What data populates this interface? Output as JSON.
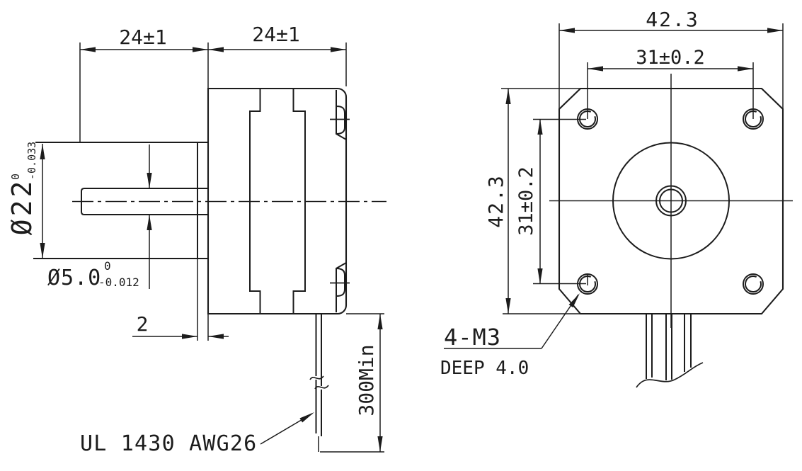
{
  "drawing": {
    "side_view": {
      "dim_shaft_length": "24±1",
      "dim_body_depth": "24±1",
      "boss_dia": "Ø22",
      "boss_tol_upper": "0",
      "boss_tol_lower": "-0.033",
      "shaft_dia": "Ø5.0",
      "shaft_tol_upper": "0",
      "shaft_tol_lower": "-0.012",
      "dim_boss_thickness": "2",
      "dim_wire_length": "300Min",
      "wire_label": "UL 1430 AWG26"
    },
    "front_view": {
      "dim_width": "42.3",
      "dim_hole_span_h": "31±0.2",
      "dim_height": "42.3",
      "dim_hole_span_v": "31±0.2",
      "hole_note_line1": "4-M3",
      "hole_note_line2": "DEEP 4.0"
    },
    "colors": {
      "line": "#1c1c1c",
      "background": "#ffffff"
    }
  }
}
